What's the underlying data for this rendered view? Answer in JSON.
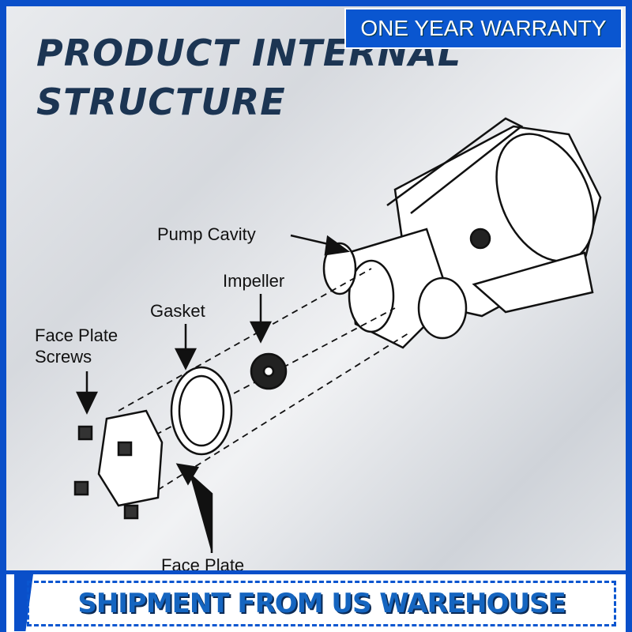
{
  "title": {
    "line1": "PRODUCT INTERNAL",
    "line2": "STRUCTURE"
  },
  "badge": "ONE YEAR WARRANTY",
  "labels": {
    "pump_cavity": "Pump Cavity",
    "impeller": "Impeller",
    "gasket": "Gasket",
    "face_plate_screws_1": "Face Plate",
    "face_plate_screws_2": "Screws",
    "face_plate": "Face Plate"
  },
  "banner": "SHIPMENT FROM US WAREHOUSE",
  "colors": {
    "brand_blue": "#0a4fc9",
    "title": "#1c3553"
  }
}
